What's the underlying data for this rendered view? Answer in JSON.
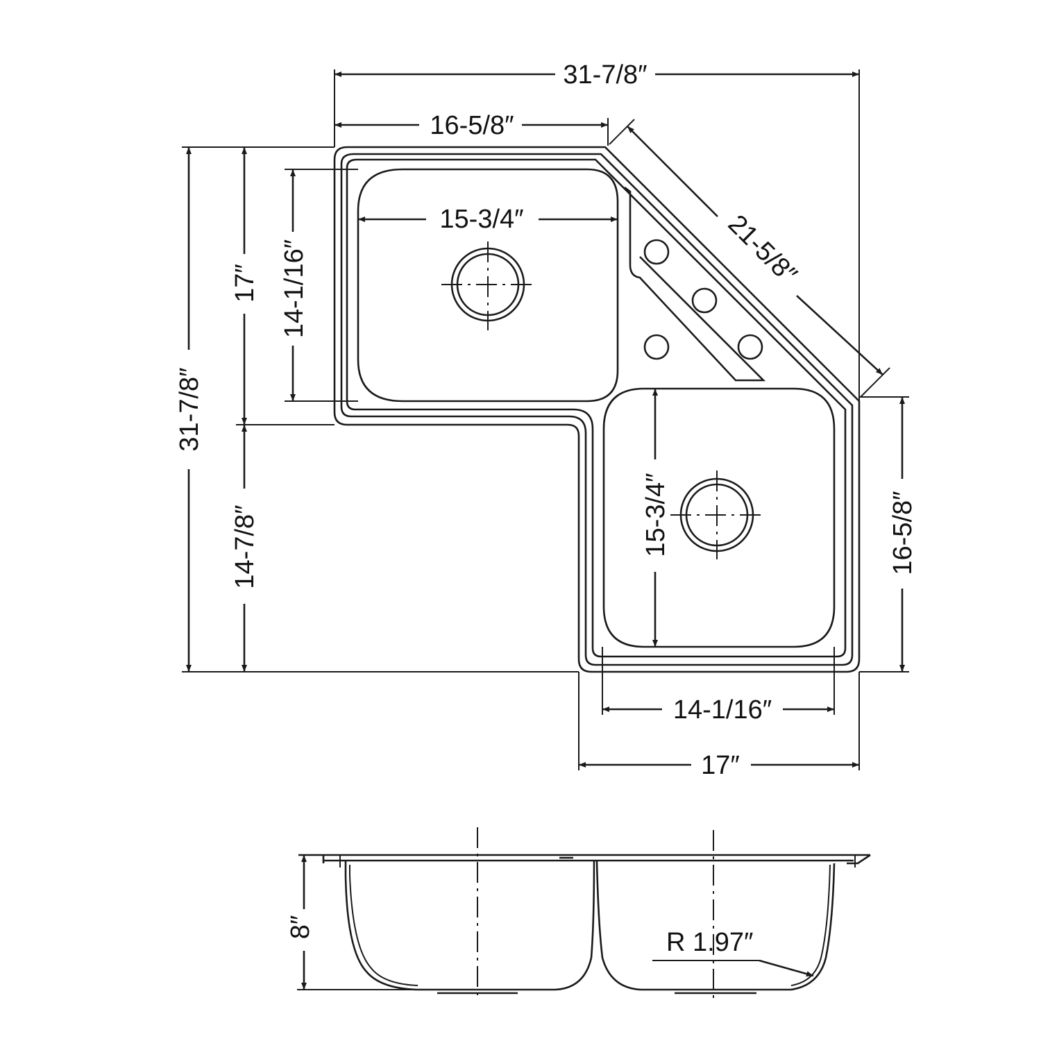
{
  "plan_view": {
    "overall_width": "31-7/8″",
    "left_deck_width": "16-5/8″",
    "angled_edge": "21-5/8″",
    "left_bowl_width": "15-3/4″",
    "left_bowl_depth": "14-1/16″",
    "left_wing_depth": "17″",
    "overall_height": "31-7/8″",
    "lower_height": "14-7/8″",
    "right_bowl_length": "15-3/4″",
    "right_wing_height": "16-5/8″",
    "right_bowl_width": "14-1/16″",
    "right_wing_width": "17″"
  },
  "section_view": {
    "bowl_depth": "8″",
    "corner_radius": "R 1.97″"
  },
  "colors": {
    "line": "#1a1a1a",
    "background": "#ffffff"
  }
}
